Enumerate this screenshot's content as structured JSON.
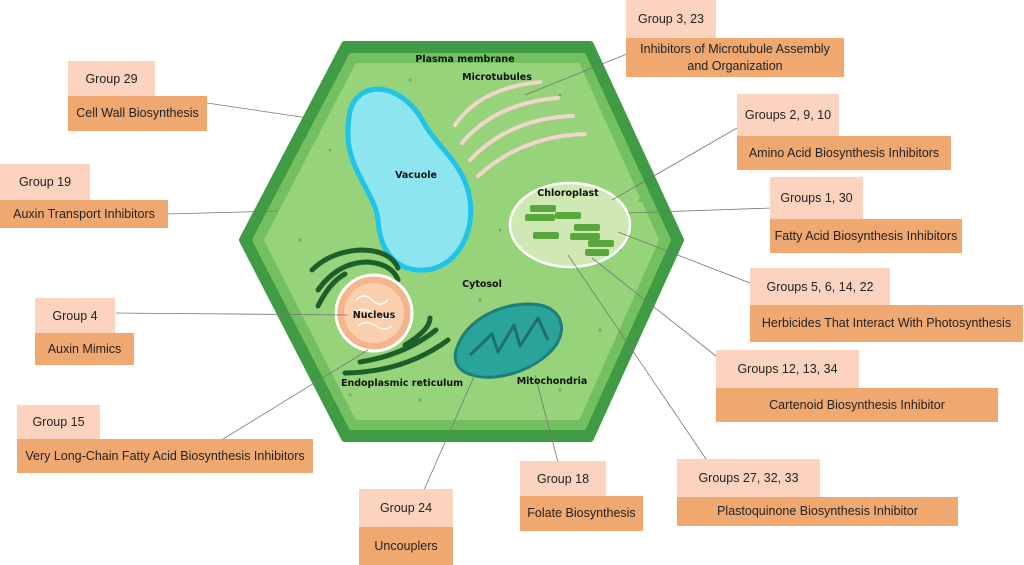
{
  "organelles": {
    "plasma_membrane": "Plasma membrane",
    "microtubules": "Microtubules",
    "vacuole": "Vacuole",
    "chloroplast": "Chloroplast",
    "cytosol": "Cytosol",
    "nucleus": "Nucleus",
    "endoplasmic_reticulum": "Endoplasmic reticulum",
    "mitochondria": "Mitochondria"
  },
  "annotations": [
    {
      "group": "Group 3, 23",
      "label": "Inhibitors of Microtubule Assembly\nand Organization"
    },
    {
      "group": "Group 29",
      "label": "Cell Wall Biosynthesis"
    },
    {
      "group": "Groups 2, 9, 10",
      "label": "Amino Acid Biosynthesis Inhibitors"
    },
    {
      "group": "Group 19",
      "label": "Auxin Transport Inhibitors"
    },
    {
      "group": "Groups 1, 30",
      "label": "Fatty Acid Biosynthesis Inhibitors"
    },
    {
      "group": "Groups 5, 6, 14, 22",
      "label": "Herbicides That Interact With Photosynthesis"
    },
    {
      "group": "Group 4",
      "label": "Auxin Mimics"
    },
    {
      "group": "Groups 12, 13, 34",
      "label": "Cartenoid Biosynthesis Inhibitor"
    },
    {
      "group": "Group 15",
      "label": "Very Long-Chain Fatty Acid Biosynthesis Inhibitors"
    },
    {
      "group": "Group 18",
      "label": "Folate Biosynthesis"
    },
    {
      "group": "Groups 27, 32, 33",
      "label": "Plastoquinone Biosynthesis Inhibitor"
    },
    {
      "group": "Group 24",
      "label": "Uncouplers"
    }
  ],
  "colors": {
    "cell_wall": "#3f9c45",
    "cell_inner": "#73c060",
    "cytoplasm": "#96d37a",
    "vacuole": "#8de5f0",
    "vacuole_border": "#20c4e6",
    "nucleus": "#f4b58d",
    "chloroplast": "#cfe8b4",
    "mitochondria": "#2aa39a",
    "er": "#1e5e2a",
    "group_box": "#fcd3bf",
    "label_box": "#f0a871"
  }
}
